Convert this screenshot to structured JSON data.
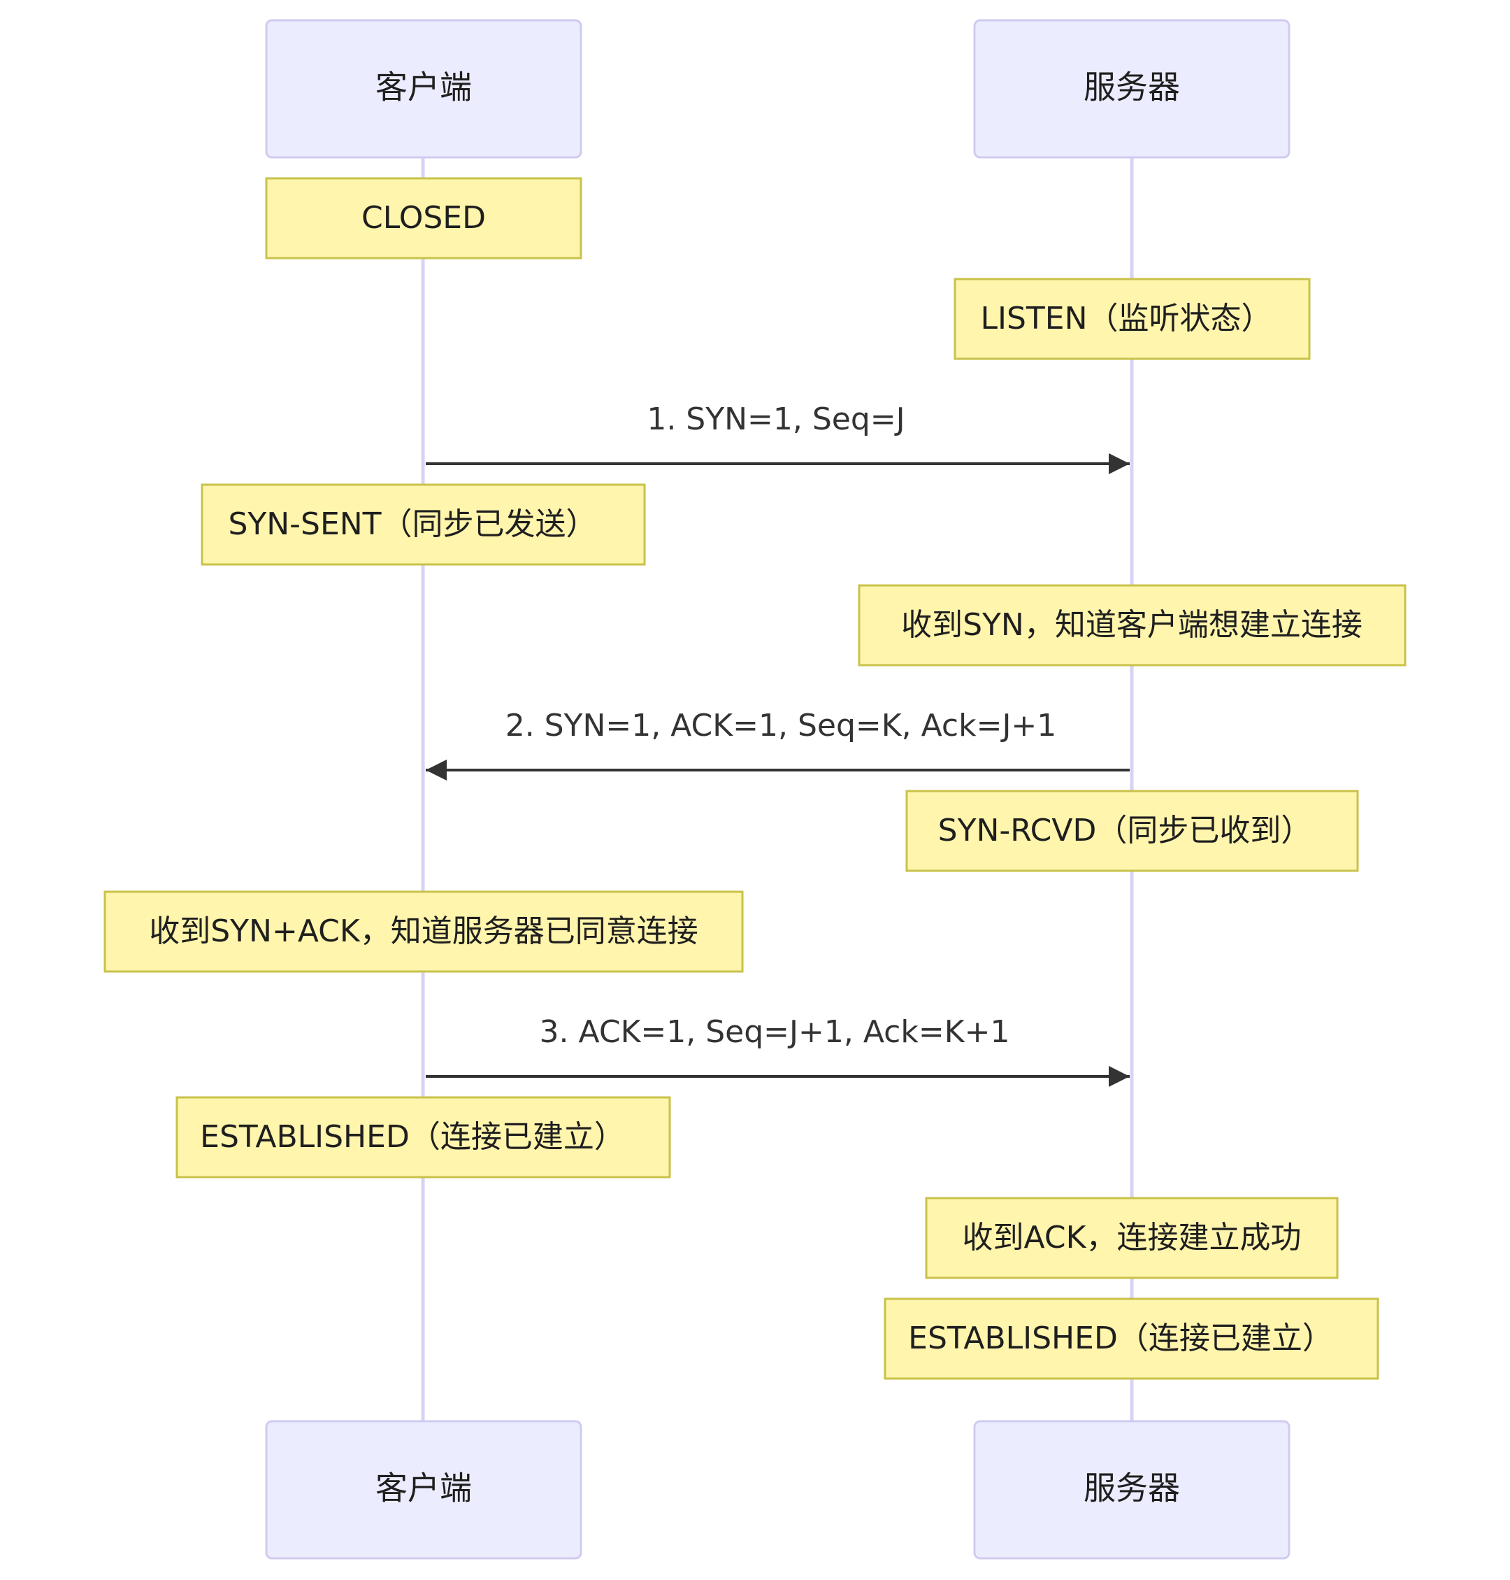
{
  "participants": {
    "client": "客户端",
    "server": "服务器"
  },
  "notes": {
    "client_closed": "CLOSED",
    "server_listen": "LISTEN（监听状态）",
    "client_syn_sent": "SYN-SENT（同步已发送）",
    "server_recv_syn": "收到SYN，知道客户端想建立连接",
    "server_syn_rcvd": "SYN-RCVD（同步已收到）",
    "client_recv_synack": "收到SYN+ACK，知道服务器已同意连接",
    "client_established": "ESTABLISHED（连接已建立）",
    "server_recv_ack": "收到ACK，连接建立成功",
    "server_established": "ESTABLISHED（连接已建立）"
  },
  "messages": {
    "m1": "1. SYN=1, Seq=J",
    "m2": "2. SYN=1, ACK=1, Seq=K, Ack=J+1",
    "m3": "3. ACK=1, Seq=J+1, Ack=K+1"
  },
  "colors": {
    "actor_fill": "#ECECFF",
    "actor_stroke": "#CFCBF0",
    "lifeline": "#D9D2F5",
    "note_fill": "#FFF5AD",
    "note_stroke": "#C8C24A",
    "arrow": "#333333"
  }
}
